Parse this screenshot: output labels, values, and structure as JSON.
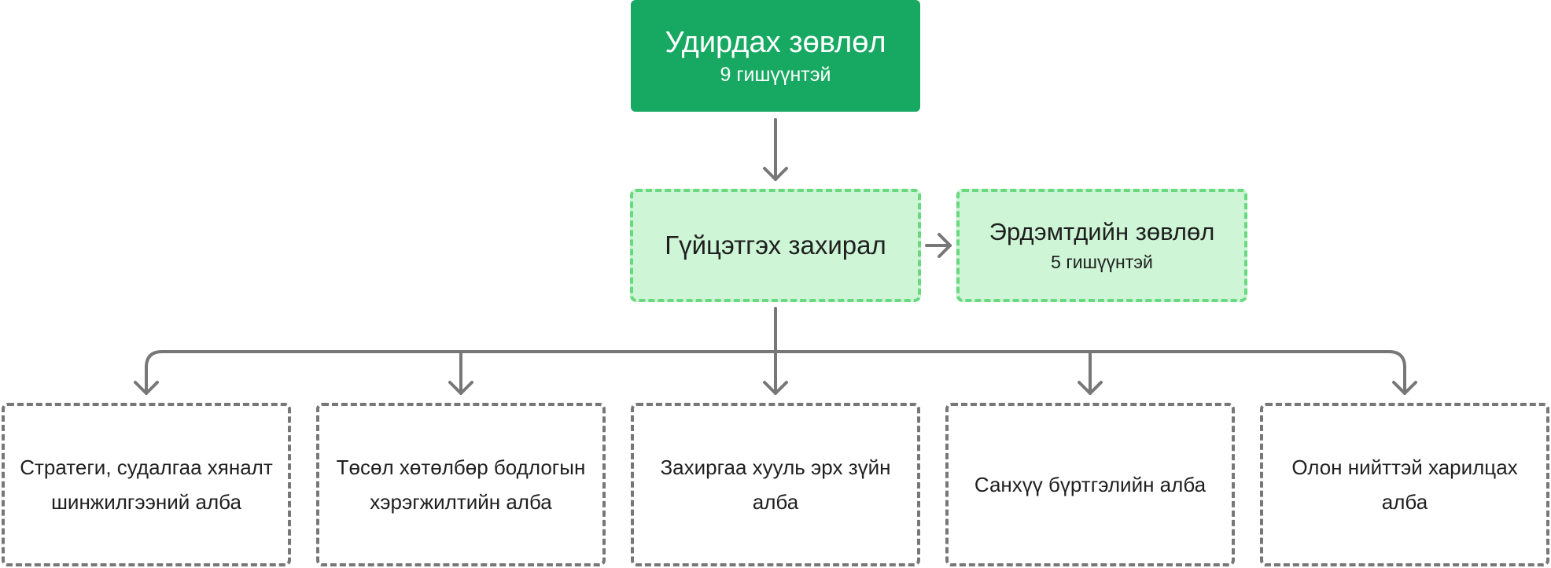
{
  "board": {
    "title": "Удирдах зөвлөл",
    "subtitle": "9 гишүүнтэй"
  },
  "executive": {
    "title": "Гүйцэтгэх захирал"
  },
  "scientific_council": {
    "title": "Эрдэмтдийн зөвлөл",
    "subtitle": "5 гишүүнтэй"
  },
  "departments": [
    {
      "label": "Стратеги, судалгаа хяналт шинжилгээний алба"
    },
    {
      "label": "Төсөл хөтөлбөр бодлогын хэрэгжилтийн алба"
    },
    {
      "label": "Захиргаа хууль эрх зүйн алба"
    },
    {
      "label": "Санхүү бүртгэлийн алба"
    },
    {
      "label": "Олон нийттэй харилцах алба"
    }
  ],
  "colors": {
    "primary": "#17a862",
    "light": "#cdf5d6",
    "light_border": "#68d97f",
    "connector": "#777777"
  }
}
